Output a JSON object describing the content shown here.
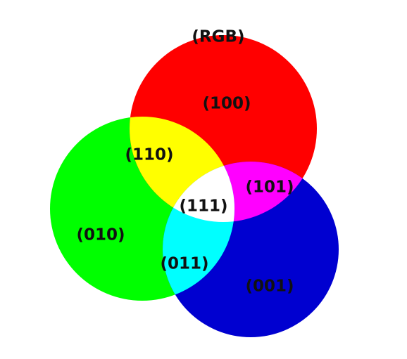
{
  "title": "(RGB)",
  "regions": {
    "red": {
      "label": "(100)",
      "color": "#ff0000"
    },
    "green": {
      "label": "(010)",
      "color": "#00ff00"
    },
    "blue": {
      "label": "(001)",
      "color": "#0000d0"
    },
    "red_green": {
      "label": "(110)",
      "color": "#ffff00"
    },
    "red_blue": {
      "label": "(101)",
      "color": "#ff00ff"
    },
    "green_blue": {
      "label": "(011)",
      "color": "#00ffff"
    },
    "all": {
      "label": "(111)",
      "color": "#ffffff"
    }
  }
}
